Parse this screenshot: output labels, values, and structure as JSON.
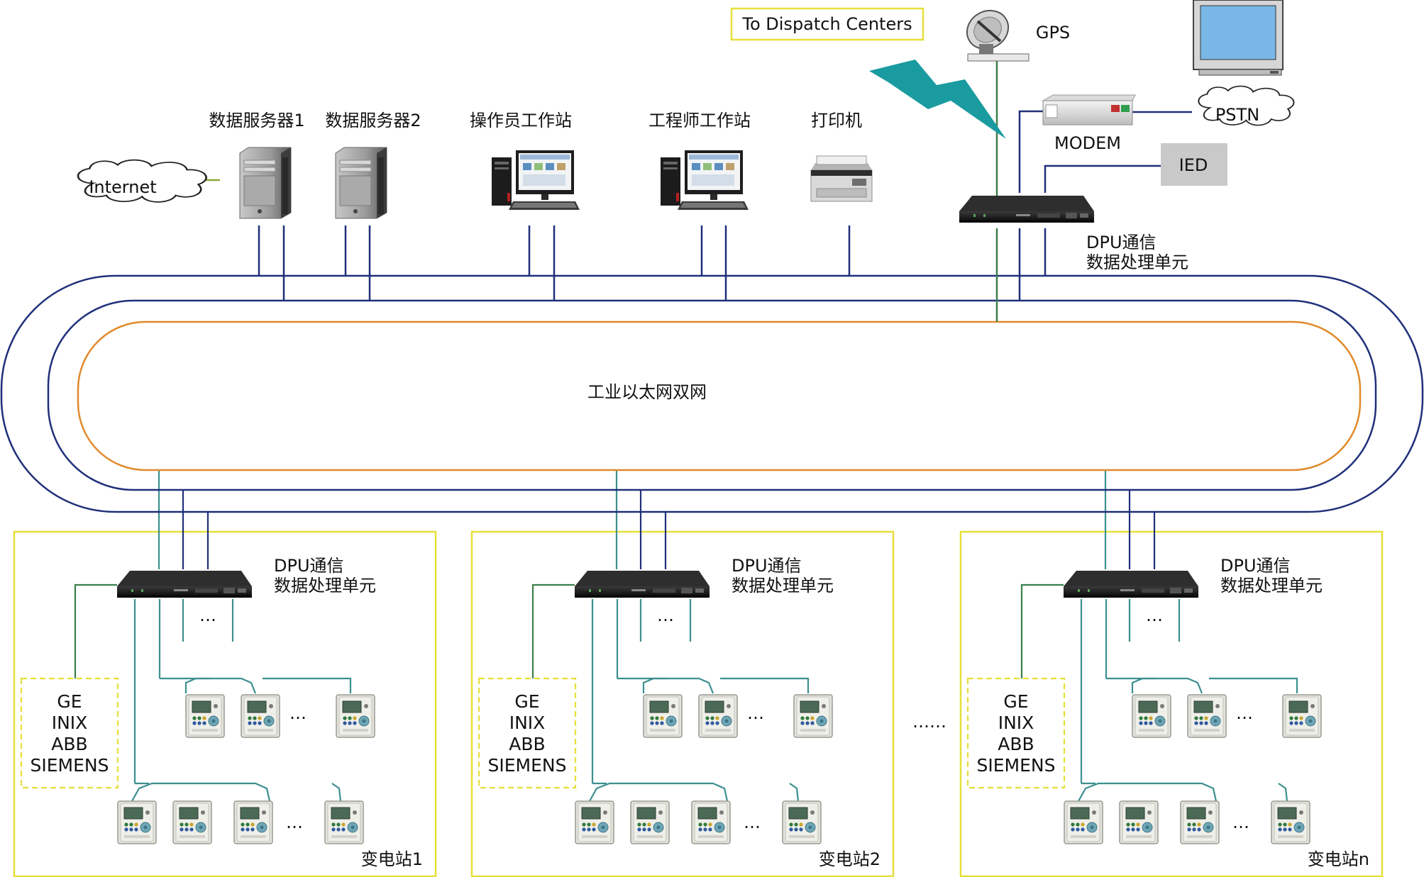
{
  "dispatch_label": "To Dispatch Centers",
  "gps_label": "GPS",
  "modem_label": "MODEM",
  "pstn_label": "PSTN",
  "ied_label": "IED",
  "internet_label": "Internet",
  "top_devices": [
    {
      "label": "数据服务器1"
    },
    {
      "label": "数据服务器2"
    },
    {
      "label": "操作员工作站"
    },
    {
      "label": "工程师工作站"
    },
    {
      "label": "打印机"
    }
  ],
  "dpu_top": {
    "line1": "DPU通信",
    "line2": "数据处理单元"
  },
  "network_label": "工业以太网双网",
  "between_stations": "……",
  "stations": [
    {
      "name": "变电站1",
      "dpu_line1": "DPU通信",
      "dpu_line2": "数据处理单元",
      "vendors": [
        "GE",
        "INIX",
        "ABB",
        "SIEMENS"
      ],
      "ellipsis": "…"
    },
    {
      "name": "变电站2",
      "dpu_line1": "DPU通信",
      "dpu_line2": "数据处理单元",
      "vendors": [
        "GE",
        "INIX",
        "ABB",
        "SIEMENS"
      ],
      "ellipsis": "…"
    },
    {
      "name": "变电站n",
      "dpu_line1": "DPU通信",
      "dpu_line2": "数据处理单元",
      "vendors": [
        "GE",
        "INIX",
        "ABB",
        "SIEMENS"
      ],
      "ellipsis": "…"
    }
  ],
  "colors": {
    "ring_outer": "#1f2f7a",
    "ring_inner": "#e08a2a",
    "station_border": "#e6df3a",
    "wire_blue": "#1f2f7a",
    "wire_teal": "#3c8f8f",
    "wire_green": "#3a7f4a",
    "lightning": "#1a9ba0",
    "monitor_screen": "#79b8e6"
  }
}
